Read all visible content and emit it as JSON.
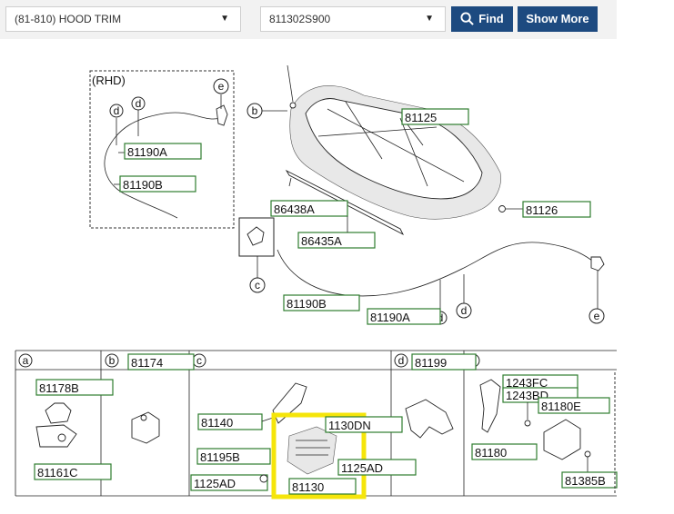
{
  "toolbar": {
    "group_select": "(81-810) HOOD TRIM",
    "part_select": "811302S900",
    "find_label": "Find",
    "show_more_label": "Show More"
  },
  "diagram": {
    "rhd_label": "(RHD)",
    "callouts": {
      "p81190A_rhd": "81190A",
      "p81190B_rhd": "81190B",
      "p81125": "81125",
      "p86438A": "86438A",
      "p86435A": "86435A",
      "p81126": "81126",
      "p81190B": "81190B",
      "p81190A": "81190A",
      "p81174": "81174",
      "p81199": "81199",
      "p81178B": "81178B",
      "p81161C": "81161C",
      "p81140": "81140",
      "p81195B": "81195B",
      "p1125AD_left": "1125AD",
      "p1130DN": "1130DN",
      "p1125AD_right": "1125AD",
      "p81130": "81130",
      "p1243FC": "1243FC",
      "p1243BD": "1243BD",
      "p81180E": "81180E",
      "p81180": "81180",
      "p81385B": "81385B"
    },
    "letters": {
      "a": "a",
      "b": "b",
      "c": "c",
      "d": "d",
      "e": "e"
    },
    "highlight_color": "#f5e50a",
    "label_border_color": "#2e7d2e"
  }
}
